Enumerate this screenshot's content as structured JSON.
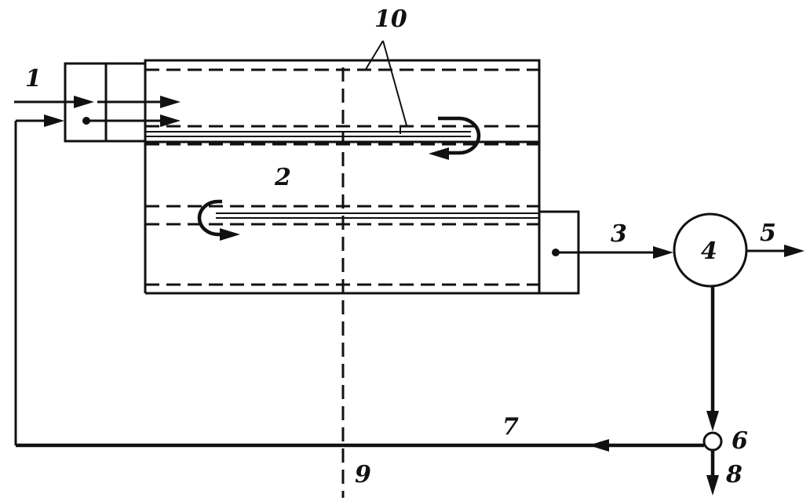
{
  "diagram": {
    "labels": {
      "inlet": "1",
      "channel": "2",
      "outflow": "3",
      "separator": "4",
      "product": "5",
      "splitter": "6",
      "recycle": "7",
      "purge": "8",
      "axis": "9",
      "walls": "10"
    }
  }
}
